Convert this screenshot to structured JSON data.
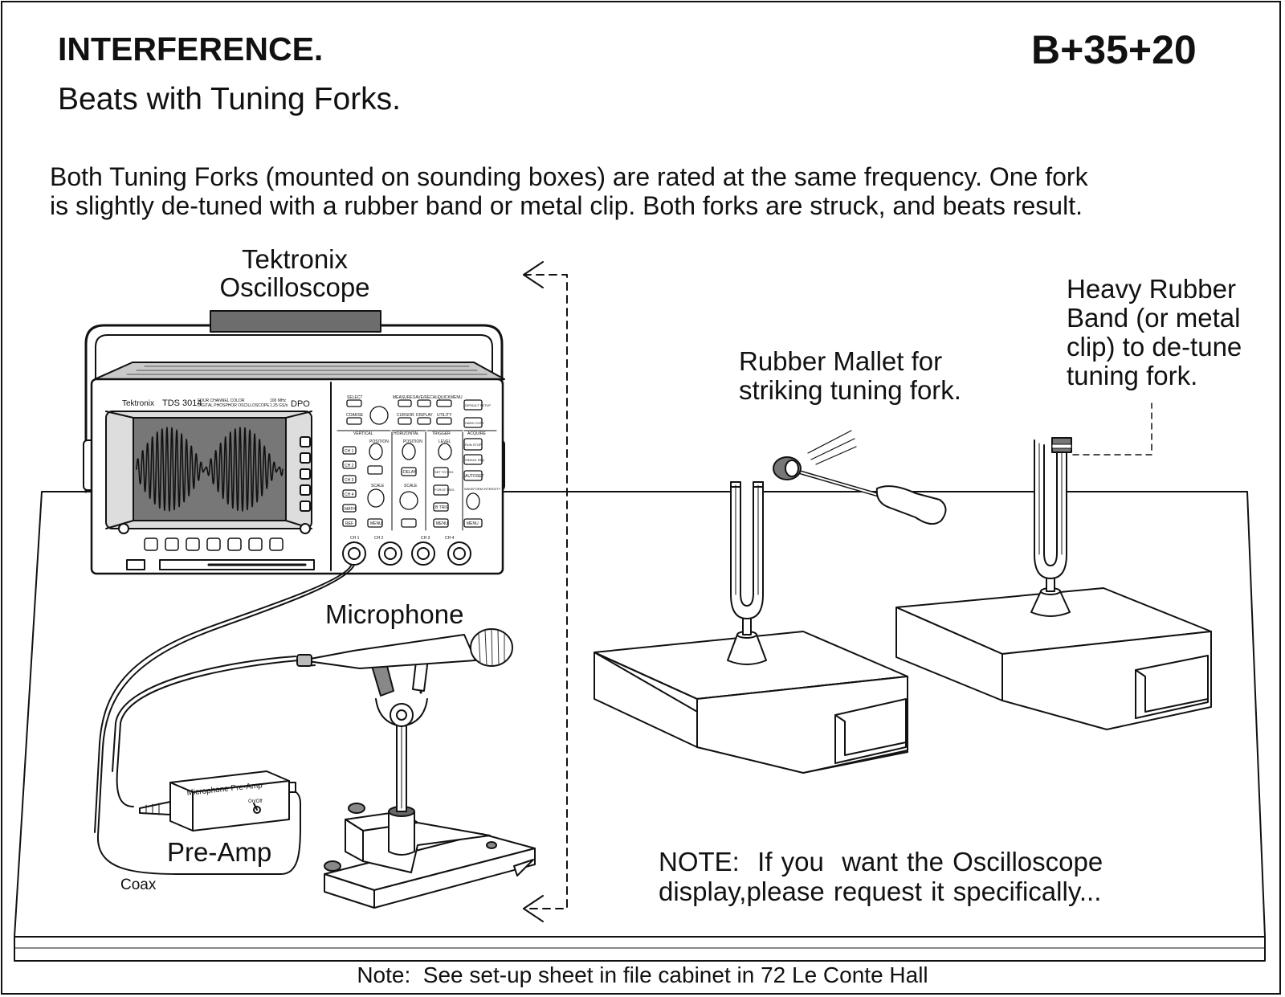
{
  "header": {
    "title": "INTERFERENCE.",
    "code": "B+35+20",
    "subtitle": "Beats with Tuning Forks."
  },
  "description": {
    "line1": "Both Tuning Forks (mounted on sounding boxes) are rated at the same frequency. One fork",
    "line2": "is slightly de-tuned with a rubber band or metal clip. Both forks are struck, and beats result."
  },
  "labels": {
    "oscilloscope_line1": "Tektronix",
    "oscilloscope_line2": "Oscilloscope",
    "microphone": "Microphone",
    "preamp": "Pre-Amp",
    "coax": "Coax",
    "mallet_line1": "Rubber Mallet for",
    "mallet_line2": "striking tuning fork.",
    "band_line1": "Heavy Rubber",
    "band_line2": "Band (or metal",
    "band_line3": "clip) to de-tune",
    "band_line4": "tuning fork."
  },
  "scope": {
    "brand": "Tektronix",
    "model": "TDS 3014",
    "model_desc1": "FOUR CHANNEL COLOR",
    "model_desc2": "DIGITAL PHOSPHOR OSCILLOSCOPE",
    "spec1": "100 MHz",
    "spec2": "1.25 GS/s",
    "badge": "DPO",
    "top_buttons": [
      "SELECT",
      "COARSE",
      "MEASURE",
      "SAVE/RECALL",
      "QUICKMENU",
      "CURSOR",
      "DISPLAY",
      "UTILITY"
    ],
    "section_vertical": "VERTICAL",
    "section_horizontal": "HORIZONTAL",
    "section_trigger": "TRIGGER",
    "section_acquire": "ACQUIRE",
    "position": "POSITION",
    "scale": "SCALE",
    "level": "LEVEL",
    "channels": [
      "CH 1",
      "CH 2",
      "CH 3",
      "CH 4",
      "MATH",
      "REF"
    ],
    "menu": "MENU",
    "delay": "DELAY",
    "set_to_50": "SET TO 50%",
    "force_trig": "FORCE TRIG",
    "b_trig": "B TRIG",
    "run_stop": "RUN STOP",
    "single_seq": "SINGLE SEQ",
    "autoset": "AUTOSET",
    "waveform_intensity": "WAVEFORM INTENSITY",
    "default_setup": "DEFAULT SETUP",
    "hardcopy": "HARD COPY",
    "inputs": [
      "CH 1",
      "CH 2",
      "CH 3",
      "CH 4"
    ]
  },
  "preamp_box": {
    "label": "Microphone Pre-Amp",
    "switch": "On/Off"
  },
  "note": {
    "line1": "NOTE:  If you  want the Oscilloscope",
    "line2": "display,please request it specifically..."
  },
  "footer": "Note:  See set-up sheet in file cabinet in 72 Le Conte Hall"
}
